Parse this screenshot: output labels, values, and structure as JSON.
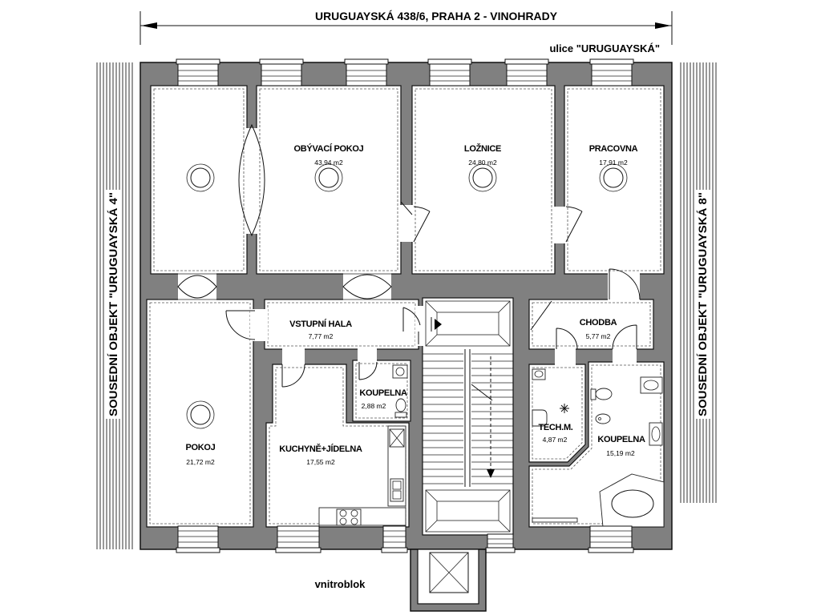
{
  "header": {
    "address": "URUGUAYSKÁ 438/6, PRAHA 2 - VINOHRADY",
    "street": "ulice \"URUGUAYSKÁ\""
  },
  "neighbors": {
    "left": "SOUSEDNÍ OBJEKT \"URUGUAYSKÁ 4\"",
    "right": "SOUSEDNÍ OBJEKT \"URUGUAYSKÁ 8\""
  },
  "rooms": {
    "living": {
      "name": "OBÝVACÍ POKOJ",
      "area": "43,94 m2"
    },
    "bedroom": {
      "name": "LOŽNICE",
      "area": "24,80 m2"
    },
    "study": {
      "name": "PRACOVNA",
      "area": "17,91 m2"
    },
    "hall": {
      "name": "VSTUPNÍ HALA",
      "area": "7,77 m2"
    },
    "corridor": {
      "name": "CHODBA",
      "area": "5,77 m2"
    },
    "bathroom_small": {
      "name": "KOUPELNA",
      "area": "2,88 m2"
    },
    "tech": {
      "name": "TECH.M.",
      "area": "4,87 m2"
    },
    "bathroom_large": {
      "name": "KOUPELNA",
      "area": "15,19 m2"
    },
    "room": {
      "name": "POKOJ",
      "area": "21,72 m2"
    },
    "kitchen": {
      "name": "KUCHYNĚ+JÍDELNA",
      "area": "17,55 m2"
    }
  },
  "courtyard": "vnitroblok",
  "colors": {
    "wall": "#808080",
    "hatch": "#333333",
    "line": "#111111"
  }
}
